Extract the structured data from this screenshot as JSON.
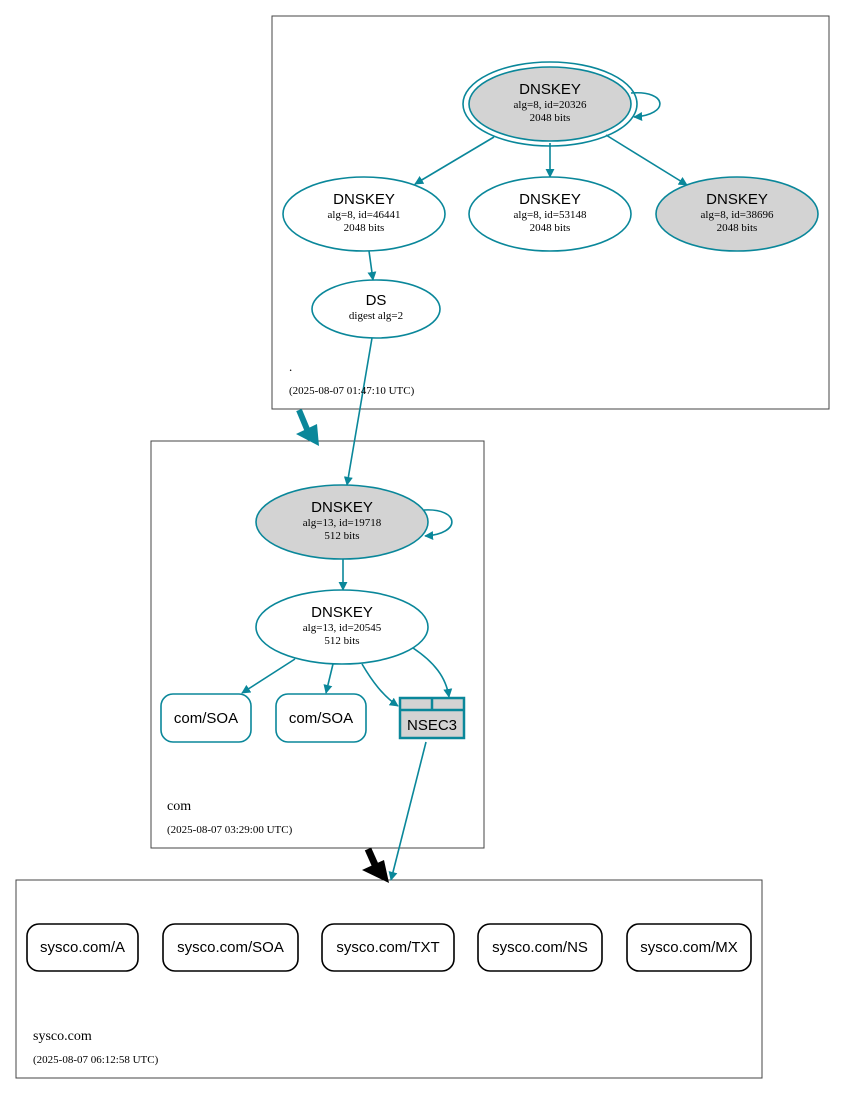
{
  "colors": {
    "edge": "#0a879a",
    "node_fill_gray": "#d3d3d3",
    "box_border": "#444444",
    "text": "#000000"
  },
  "zones": {
    "root": {
      "name": ".",
      "timestamp": "(2025-08-07 01:47:10 UTC)"
    },
    "com": {
      "name": "com",
      "timestamp": "(2025-08-07 03:29:00 UTC)"
    },
    "sysco": {
      "name": "sysco.com",
      "timestamp": "(2025-08-07 06:12:58 UTC)"
    }
  },
  "nodes": {
    "root_ksk": {
      "title": "DNSKEY",
      "line1": "alg=8, id=20326",
      "line2": "2048 bits"
    },
    "root_zsk1": {
      "title": "DNSKEY",
      "line1": "alg=8, id=46441",
      "line2": "2048 bits"
    },
    "root_zsk2": {
      "title": "DNSKEY",
      "line1": "alg=8, id=53148",
      "line2": "2048 bits"
    },
    "root_zsk3": {
      "title": "DNSKEY",
      "line1": "alg=8, id=38696",
      "line2": "2048 bits"
    },
    "root_ds": {
      "title": "DS",
      "line1": "digest alg=2"
    },
    "com_ksk": {
      "title": "DNSKEY",
      "line1": "alg=13, id=19718",
      "line2": "512 bits"
    },
    "com_zsk": {
      "title": "DNSKEY",
      "line1": "alg=13, id=20545",
      "line2": "512 bits"
    },
    "com_soa1": {
      "label": "com/SOA"
    },
    "com_soa2": {
      "label": "com/SOA"
    },
    "com_nsec3": {
      "label": "NSEC3"
    },
    "rr_a": {
      "label": "sysco.com/A"
    },
    "rr_soa": {
      "label": "sysco.com/SOA"
    },
    "rr_txt": {
      "label": "sysco.com/TXT"
    },
    "rr_ns": {
      "label": "sysco.com/NS"
    },
    "rr_mx": {
      "label": "sysco.com/MX"
    }
  }
}
